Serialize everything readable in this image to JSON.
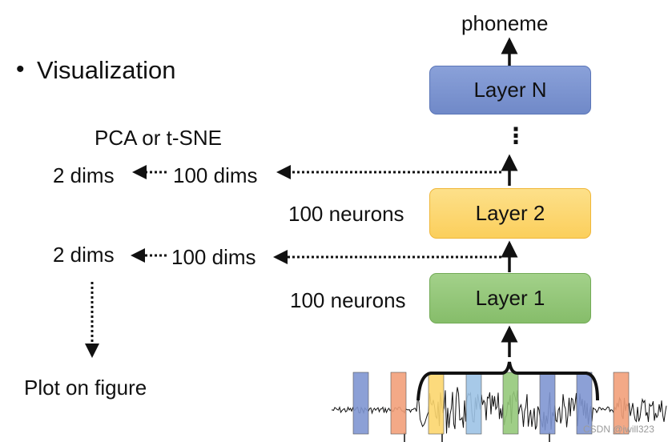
{
  "slide": {
    "bullet_symbol": "•",
    "bullet_text": "Visualization"
  },
  "network": {
    "output_label": "phoneme",
    "layers": [
      {
        "label": "Layer N",
        "fill": "#7f96d2",
        "border": "#5b76b8"
      },
      {
        "label": "Layer 2",
        "fill": "#fcd66e",
        "border": "#f0b73a"
      },
      {
        "label": "Layer 1",
        "fill": "#95c97a",
        "border": "#73ab57"
      }
    ],
    "ellipsis": "⋮",
    "neurons_label_layer2": "100 neurons",
    "neurons_label_layer1": "100 neurons"
  },
  "projection": {
    "method_label": "PCA or t-SNE",
    "row_upper": {
      "source_dims": "100 dims",
      "target_dims": "2 dims"
    },
    "row_lower": {
      "source_dims": "100 dims",
      "target_dims": "2 dims"
    },
    "plot_label": "Plot on figure"
  },
  "waveform": {
    "frame_colors": [
      "#7f96d2",
      "#f2a07a",
      "#fcd66e",
      "#9dc3e6",
      "#95c97a",
      "#7f96d2",
      "#7f96d2",
      "#f2a07a"
    ]
  },
  "watermark": "CSDN @jwill323"
}
